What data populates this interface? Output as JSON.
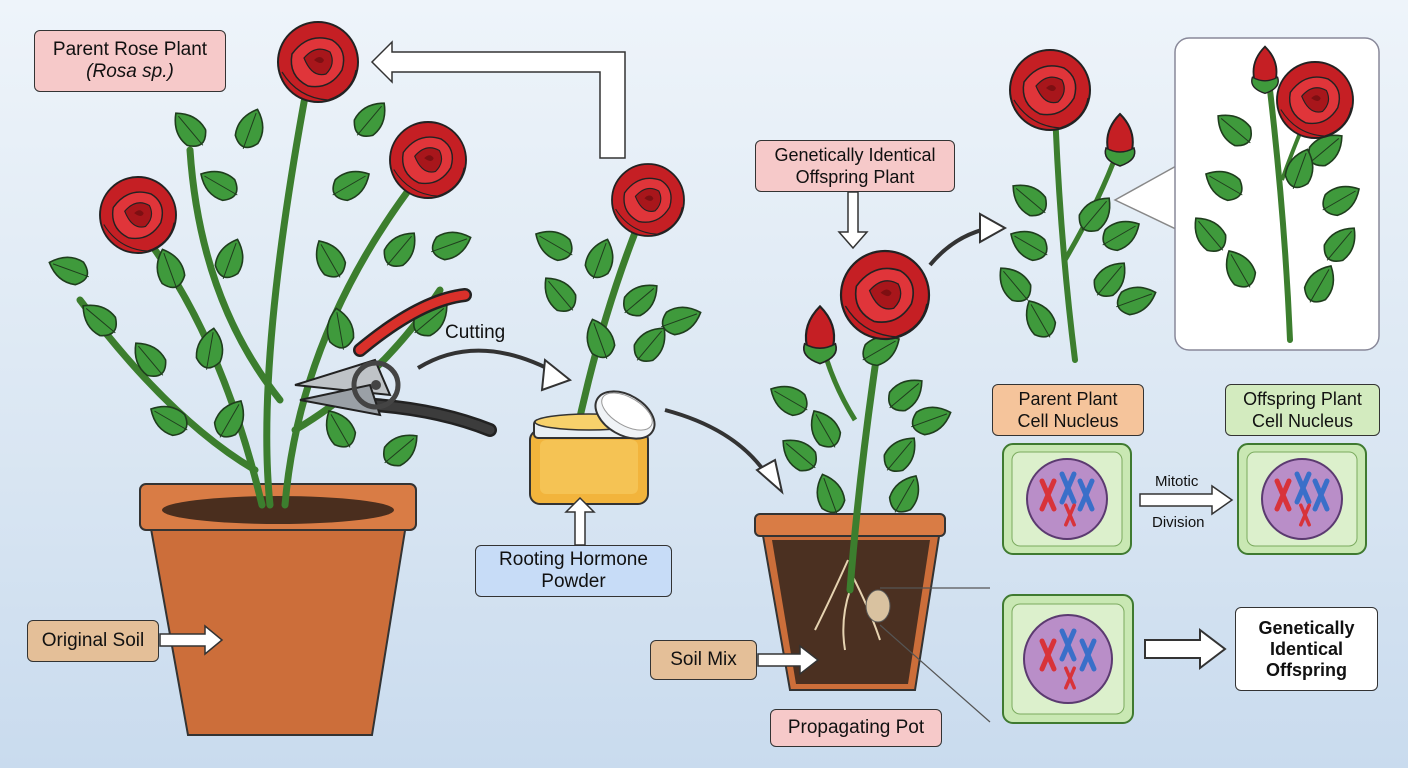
{
  "labels": {
    "parent_plant_line1": "Parent Rose Plant",
    "parent_plant_line2": "(Rosa sp.)",
    "offspring_plant_line1": "Genetically Identical",
    "offspring_plant_line2": "Offspring Plant",
    "cutting": "Cutting",
    "rooting_line1": "Rooting Hormone",
    "rooting_line2": "Powder",
    "original_soil": "Original Soil",
    "soil_mix": "Soil Mix",
    "propagating_pot": "Propagating Pot",
    "parent_nucleus_line1": "Parent Plant",
    "parent_nucleus_line2": "Cell Nucleus",
    "offspring_nucleus_line1": "Offspring Plant",
    "offspring_nucleus_line2": "Cell Nucleus",
    "mitotic": "Mitotic",
    "division": "Division",
    "result_line1": "Genetically",
    "result_line2": "Identical",
    "result_line3": "Offspring"
  },
  "colors": {
    "rose_red": "#d42a2a",
    "leaf_green": "#3f9a3c",
    "pot_terracotta": "#cc6e3a",
    "cell_green": "#c9e8b3",
    "nucleus_purple": "#b98ec8"
  }
}
